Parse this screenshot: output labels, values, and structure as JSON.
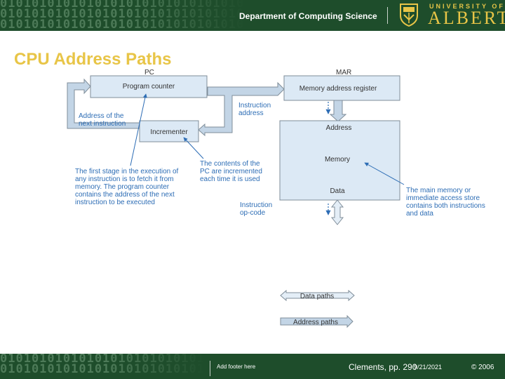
{
  "header": {
    "department": "Department of Computing Science",
    "logo_small": "UNIVERSITY OF",
    "logo_large": "ALBERTA",
    "binary_pattern": "01010101010101010101010101010101010101010101010101"
  },
  "slide": {
    "title": "CPU Address Paths"
  },
  "diagram": {
    "labels": {
      "pc": "PC",
      "mar": "MAR",
      "program_counter": "Program counter",
      "memory_address_register": "Memory address register",
      "incrementer": "Incrementer",
      "instruction_address": [
        "Instruction",
        "address"
      ],
      "address_of_next": [
        "Address of the",
        "next instruction"
      ],
      "memory_address": "Address",
      "memory": "Memory",
      "memory_data": "Data",
      "instruction_opcode": [
        "Instruction",
        "op-code"
      ]
    },
    "notes": {
      "first_stage": [
        "The first stage in the execution of",
        "any instruction is to fetch it from",
        "memory. The program counter",
        "contains the address of the next",
        "instruction to be executed"
      ],
      "pc_incremented": [
        "The contents of the",
        "PC are incremented",
        "each time it is used"
      ],
      "main_memory": [
        "The main memory or",
        "immediate access store",
        "contains both instructions",
        "and data"
      ]
    },
    "legend": {
      "data_paths": "Data paths",
      "address_paths": "Address paths"
    },
    "colors": {
      "address_path": "#c3d5e6",
      "data_path": "#e4eef7",
      "box_fill": "#dce9f5",
      "outline": "#7f8d99",
      "note_text": "#2d6db5",
      "title": "#e8c547",
      "header_bg": "#1e4d2b"
    }
  },
  "footer": {
    "text": "Add footer here",
    "citation": "Clements, pp. 290",
    "date": "9/21/2021",
    "copyright": "© 2006"
  }
}
